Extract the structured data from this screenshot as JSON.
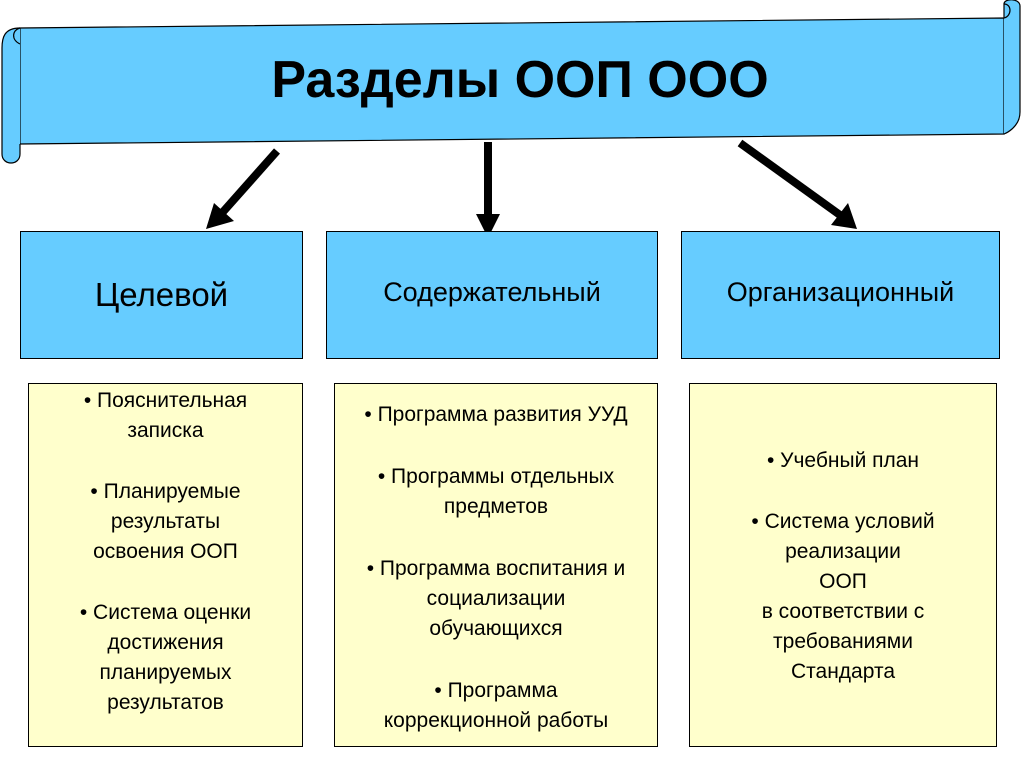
{
  "title": "Разделы ООП ООО",
  "sections": [
    {
      "heading": "Целевой",
      "items": [
        "• Пояснительная\nзаписка",
        "• Планируемые\nрезультаты\nосвоения ООП",
        "• Система оценки\nдостижения\nпланируемых\nрезультатов"
      ]
    },
    {
      "heading": "Содержательный",
      "items": [
        "• Программа развития УУД",
        "• Программы отдельных\nпредметов",
        "• Программа воспитания и\nсоциализации\nобучающихся",
        "• Программа\nкоррекционной работы"
      ]
    },
    {
      "heading": "Организационный",
      "items": [
        "• Учебный план",
        "• Система условий\nреализации\nООП\nв соответствии с\nтребованиями\nСтандарта"
      ]
    }
  ],
  "colors": {
    "banner_fill": "#66ccff",
    "section_fill": "#66ccff",
    "list_fill": "#ffffcc",
    "stroke": "#000000"
  }
}
